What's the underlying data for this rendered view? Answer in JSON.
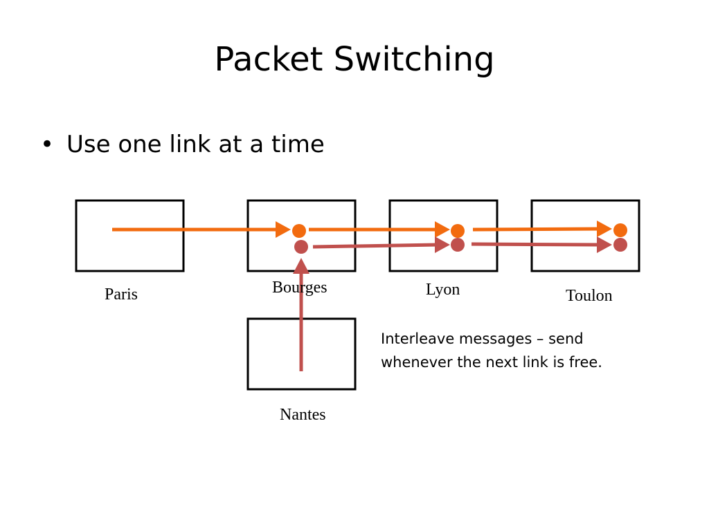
{
  "slide": {
    "title": "Packet Switching",
    "bullet_marker": "•",
    "bullets": [
      "Use one link at a time"
    ]
  },
  "nodes": {
    "paris": "Paris",
    "bourges": "Bourges",
    "lyon": "Lyon",
    "toulon": "Toulon",
    "nantes": "Nantes"
  },
  "note": {
    "line1": "Interleave messages – send",
    "line2": "whenever the next link is free."
  },
  "colors": {
    "message_a": "#f26b0f",
    "message_b": "#c0504d",
    "box_border": "#000000"
  }
}
